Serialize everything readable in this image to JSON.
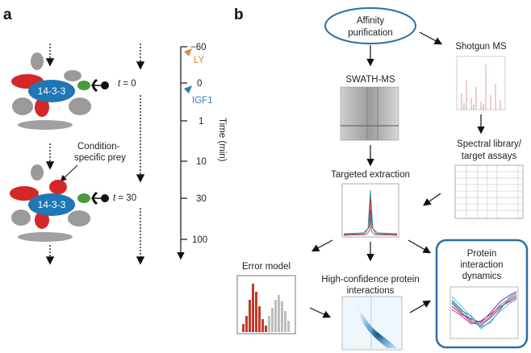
{
  "panel_a": {
    "label": "a",
    "protein_label_top": "14-3-3",
    "protein_label_bottom": "14-3-3",
    "t0_var": "t",
    "t0_val": " = 0",
    "t30_var": "t",
    "t30_val": " = 30",
    "prey_label_line1": "Condition-",
    "prey_label_line2": "specific prey",
    "axis_title": "Time (min)",
    "ticks": [
      "−60",
      "0",
      "1",
      "10",
      "30",
      "100"
    ],
    "ly_label": "LY",
    "igf1_label": "IGF1",
    "colors": {
      "protein": "#1f77b4",
      "prey_red": "#d62728",
      "prey_green": "#4a9a3a",
      "grey": "#9a9a9a",
      "ly": "#e08a3c",
      "igf1": "#2a7fb8"
    }
  },
  "panel_b": {
    "label": "b",
    "affinity_line1": "Affinity",
    "affinity_line2": "purification",
    "swath": "SWATH-MS",
    "shotgun": "Shotgun MS",
    "spectral_line1": "Spectral library/",
    "spectral_line2": "target assays",
    "targeted": "Targeted extraction",
    "error_model": "Error model",
    "hc_line1": "High-confidence protein",
    "hc_line2": "interactions",
    "dyn_line1": "Protein",
    "dyn_line2": "interaction",
    "dyn_line3": "dynamics",
    "colors": {
      "box_blue": "#2b6ea8",
      "hist_red": "#c0392b",
      "hist_grey": "#bdbdbd"
    }
  }
}
